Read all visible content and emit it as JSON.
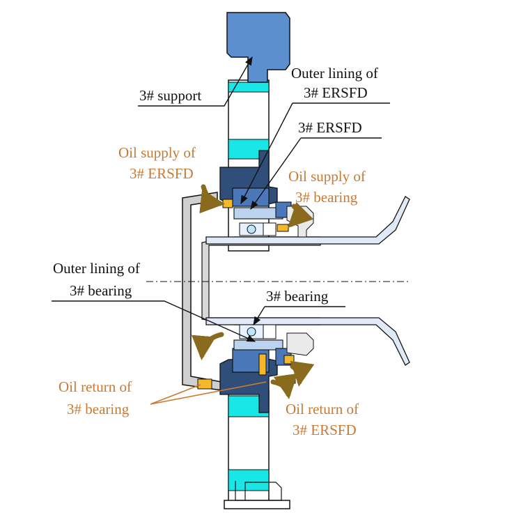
{
  "labels": {
    "support": "3# support",
    "outer_lining_ersfd_1": "Outer lining of",
    "outer_lining_ersfd_2": "3# ERSFD",
    "ersfd": "3# ERSFD",
    "oil_supply_ersfd_1": "Oil supply of",
    "oil_supply_ersfd_2": "3# ERSFD",
    "oil_supply_bearing_1": "Oil supply of",
    "oil_supply_bearing_2": "3# bearing",
    "outer_lining_bearing_1": "Outer lining of",
    "outer_lining_bearing_2": "3# bearing",
    "bearing": "3# bearing",
    "oil_return_bearing_1": "Oil return of",
    "oil_return_bearing_2": "3# bearing",
    "oil_return_ersfd_1": "Oil return of",
    "oil_return_ersfd_2": "3# ERSFD"
  },
  "colors": {
    "support_blue": "#5b8fd0",
    "ersfd_dark": "#2f4f7a",
    "ersfd_mid": "#4a78b8",
    "lining_light": "#bcd3f0",
    "cyan": "#19e6e6",
    "gray_casing": "#cfcfcf",
    "shaft_fill": "#dfe9f7",
    "oil_gold": "#f5b82a",
    "arrow_brown": "#8a6a1c",
    "label_orange": "#c87a34",
    "label_black": "#111111"
  }
}
